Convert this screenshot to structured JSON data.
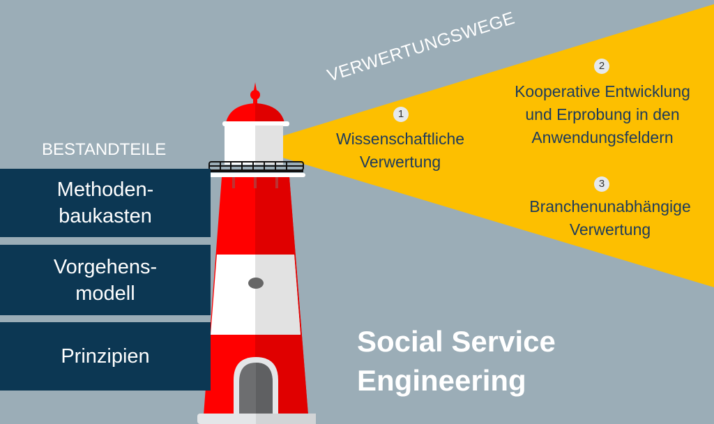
{
  "components": {
    "heading": "BESTANDTEILE",
    "items": [
      "Methoden-\nbaukasten",
      "Vorgehens-\nmodell",
      "Prinzipien"
    ]
  },
  "paths": {
    "heading": "VERWERTUNGSWEGE",
    "items": [
      {
        "number": "1",
        "label": "Wissenschaftliche\nVerwertung"
      },
      {
        "number": "2",
        "label": "Kooperative Entwicklung\nund Erprobung in den\nAnwendungsfeldern"
      },
      {
        "number": "3",
        "label": "Branchenunabhängige\nVerwertung"
      }
    ]
  },
  "title": "Social Service\nEngineering",
  "colors": {
    "background": "#9badb7",
    "beam": "#fdbf00",
    "panel": "#0c3753",
    "red": "#ff0000",
    "text": "#1d3b5c"
  }
}
